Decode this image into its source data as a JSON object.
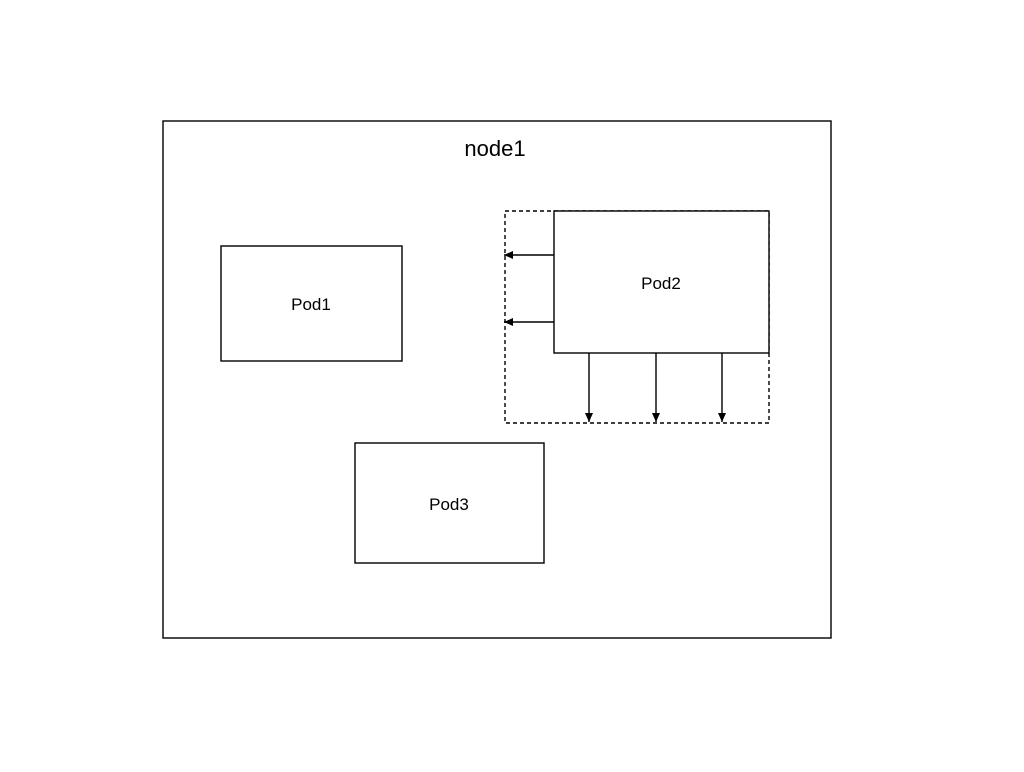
{
  "node": {
    "label": "node1"
  },
  "pods": [
    {
      "id": "pod1",
      "label": "Pod1"
    },
    {
      "id": "pod2",
      "label": "Pod2"
    },
    {
      "id": "pod3",
      "label": "Pod3"
    }
  ],
  "colors": {
    "stroke": "#000000",
    "background": "#ffffff"
  }
}
